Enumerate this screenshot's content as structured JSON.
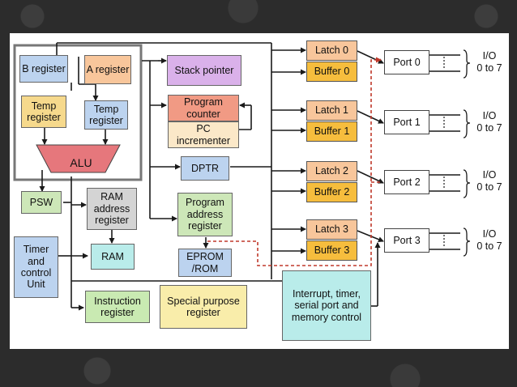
{
  "blocks": {
    "b_register": "B register",
    "a_register": "A register",
    "temp_register_1": "Temp register",
    "temp_register_2": "Temp register",
    "alu": "ALU",
    "psw": "PSW",
    "ram_address_register": "RAM address register",
    "ram": "RAM",
    "timer_control_unit": "Timer and control Unit",
    "instruction_register": "Instruction register",
    "special_purpose_register": "Special purpose register",
    "stack_pointer": "Stack pointer",
    "program_counter": "Program counter",
    "pc_incrementer": "PC incrementer",
    "dptr": "DPTR",
    "program_address_register": "Program address register",
    "eprom_rom": "EPROM /ROM",
    "interrupt_control": "Interrupt, timer, serial port and memory control"
  },
  "ports": [
    {
      "latch": "Latch 0",
      "buffer": "Buffer 0",
      "port": "Port 0",
      "io_top": "I/O",
      "io_bottom": "0 to 7"
    },
    {
      "latch": "Latch 1",
      "buffer": "Buffer 1",
      "port": "Port 1",
      "io_top": "I/O",
      "io_bottom": "0 to 7"
    },
    {
      "latch": "Latch 2",
      "buffer": "Buffer 2",
      "port": "Port 2",
      "io_top": "I/O",
      "io_bottom": "0 to 7"
    },
    {
      "latch": "Latch 3",
      "buffer": "Buffer 3",
      "port": "Port 3",
      "io_top": "I/O",
      "io_bottom": "0 to 7"
    }
  ],
  "colors": {
    "wire": "#1a1a1a",
    "dashed_wire": "#c0392b",
    "group_border": "#777777"
  }
}
